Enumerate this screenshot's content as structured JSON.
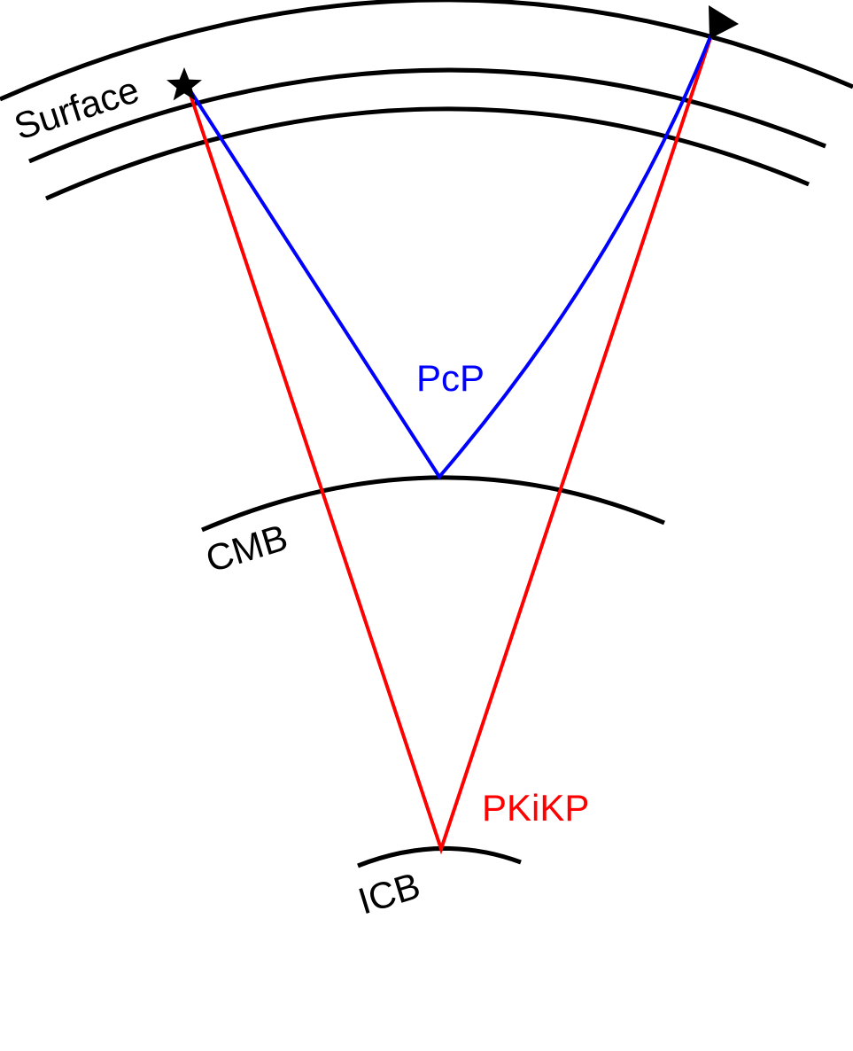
{
  "labels": {
    "surface": "Surface",
    "cmb": "CMB",
    "icb": "ICB",
    "pcp": "PcP",
    "pkikp": "PKiKP"
  },
  "colors": {
    "boundary": "#000000",
    "pcp": "#0000ff",
    "pkikp": "#ff0000",
    "text": "#000000"
  },
  "markers": {
    "source": "star-icon",
    "receiver": "triangle-icon"
  }
}
